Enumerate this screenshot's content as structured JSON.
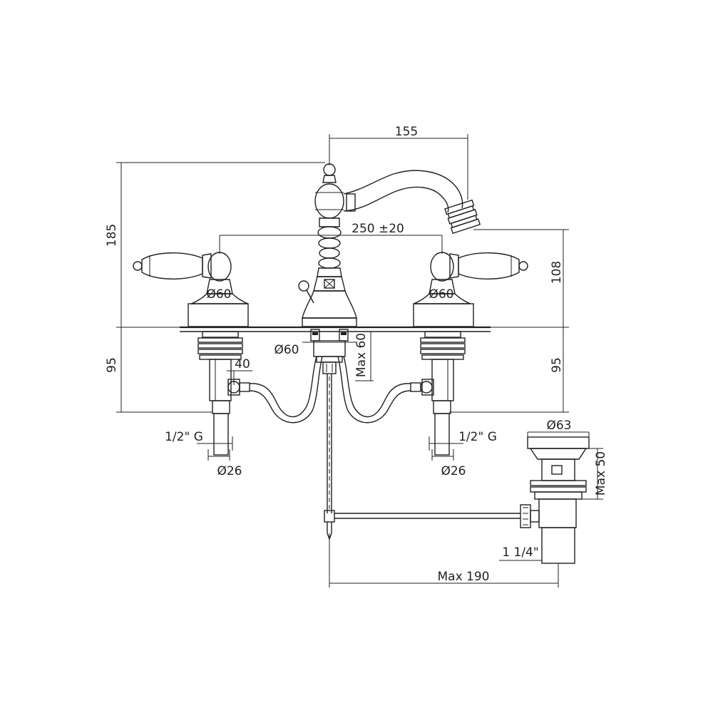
{
  "dimensions": {
    "spout_reach": "155",
    "overall_height": "185",
    "centers": "250 ±20",
    "spout_height": "108",
    "handle_left_diam": "Ø60",
    "handle_right_diam": "Ø60",
    "base_diam": "Ø60",
    "deck_thickness": "Max 60",
    "shank_left": "95",
    "shank_right": "95",
    "hose_offset": "40",
    "thread_left": "1/2\" G",
    "thread_right": "1/2\" G",
    "pipe_left": "Ø26",
    "pipe_right": "Ø26",
    "waste_diam": "Ø63",
    "waste_height": "Max 50",
    "waste_thread": "1 1/4\"",
    "rod_length": "Max 190"
  }
}
